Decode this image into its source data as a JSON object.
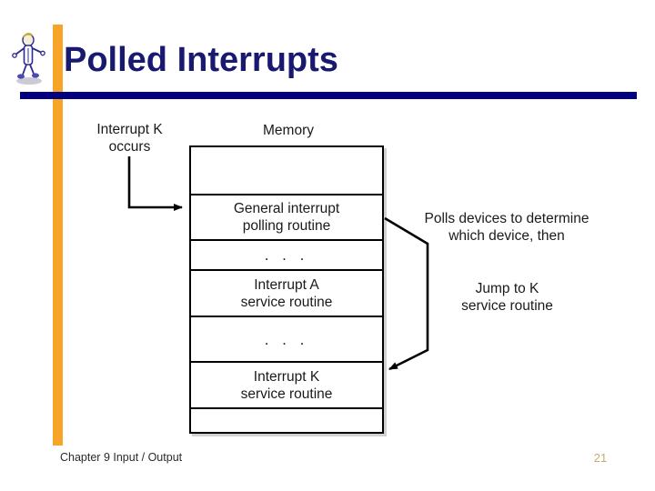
{
  "slide": {
    "title": "Polled Interrupts",
    "accent_color": "#f7a529",
    "title_color": "#191970",
    "rule_color": "#000080"
  },
  "mascot": {
    "icon": "stick-figure-person-icon"
  },
  "diagram": {
    "labels": {
      "interrupt_k_occurs": "Interrupt K\noccurs",
      "memory": "Memory",
      "polls_devices": "Polls devices to determine\nwhich device, then",
      "jump_to_k": "Jump to K\nservice routine"
    },
    "memory_rows": [
      {
        "text": "",
        "kind": "empty"
      },
      {
        "text": "General interrupt\npolling routine",
        "kind": "routine"
      },
      {
        "text": ". . .",
        "kind": "dots"
      },
      {
        "text": "Interrupt A\nservice routine",
        "kind": "routine"
      },
      {
        "text": ". . .",
        "kind": "dots"
      },
      {
        "text": "Interrupt K\nservice routine",
        "kind": "routine"
      },
      {
        "text": "",
        "kind": "empty"
      }
    ]
  },
  "footer": {
    "chapter": "Chapter 9 Input / Output",
    "page_number": "21",
    "page_number_color": "#c6ab70"
  }
}
